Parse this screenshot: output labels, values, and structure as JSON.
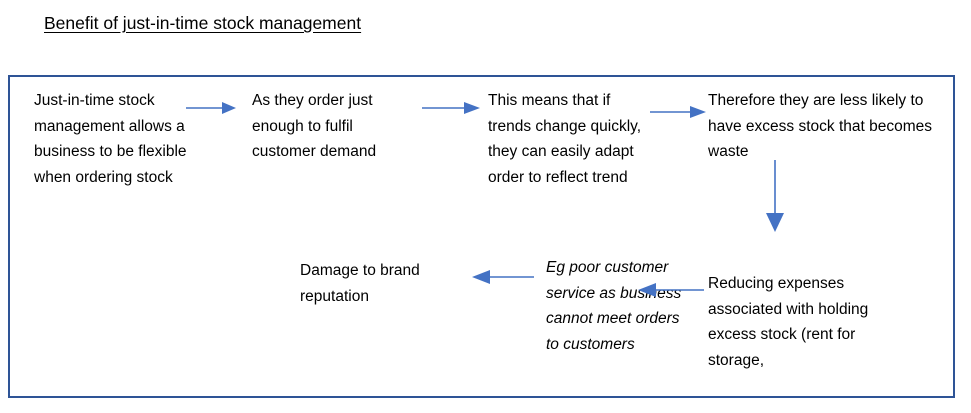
{
  "document": {
    "title": "Benefit of just-in-time stock management"
  },
  "colors": {
    "frame_border": "#2E5496",
    "arrow": "#4472C4",
    "text": "#000000"
  },
  "diagram": {
    "nodes": [
      {
        "id": "node-1",
        "name": "jit-allows-flexibility",
        "text": "Just-in-time stock management allows a business to be flexible when ordering stock",
        "style": "normal"
      },
      {
        "id": "node-2",
        "name": "order-just-enough",
        "text": "As they order just enough to fulfil customer demand",
        "style": "normal"
      },
      {
        "id": "node-3",
        "name": "adapt-to-trends",
        "text": "This means that if trends change quickly, they can easily adapt order to reflect trend",
        "style": "normal"
      },
      {
        "id": "node-4",
        "name": "less-excess-stock-waste",
        "text": "Therefore they are less likely to have excess stock that becomes waste",
        "style": "normal"
      },
      {
        "id": "node-5",
        "name": "reducing-expenses",
        "text": "Reducing expenses associated with holding excess stock (rent for storage,",
        "style": "normal"
      },
      {
        "id": "node-6",
        "name": "poor-customer-service",
        "text": "Eg poor customer service as business cannot meet orders to customers",
        "style": "italic"
      },
      {
        "id": "node-7",
        "name": "damage-to-brand-reputation",
        "text": "Damage to brand reputation",
        "style": "normal"
      }
    ],
    "arrows": [
      {
        "id": "arrow-1",
        "name": "arrow-right-node1-to-node2",
        "direction": "right",
        "from": "node-1",
        "to": "node-2"
      },
      {
        "id": "arrow-2",
        "name": "arrow-right-node2-to-node3",
        "direction": "right",
        "from": "node-2",
        "to": "node-3"
      },
      {
        "id": "arrow-3",
        "name": "arrow-right-node3-to-node4",
        "direction": "right",
        "from": "node-3",
        "to": "node-4"
      },
      {
        "id": "arrow-4",
        "name": "arrow-down-node4-to-node5",
        "direction": "down",
        "from": "node-4",
        "to": "node-5"
      },
      {
        "id": "arrow-5",
        "name": "arrow-left-node5-to-node6",
        "direction": "left",
        "from": "node-5",
        "to": "node-6"
      },
      {
        "id": "arrow-6",
        "name": "arrow-left-node6-to-node7",
        "direction": "left",
        "from": "node-6",
        "to": "node-7"
      }
    ]
  }
}
